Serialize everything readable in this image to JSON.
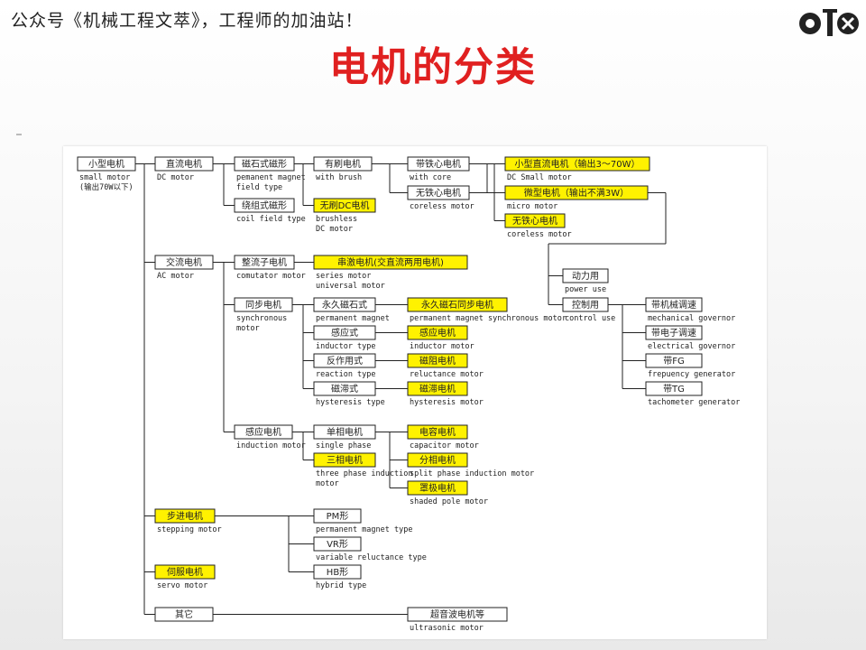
{
  "header": {
    "wechat_label": "公众号《机械工程文萃》，工程师的加油站！",
    "title": "电机的分类"
  },
  "colors": {
    "highlight": "#fff200",
    "plain": "#ffffff",
    "title": "#e02020",
    "line": "#222222"
  },
  "logo": {
    "icon": "otx-logo-icon"
  },
  "diagram": {
    "nodes": [
      {
        "id": "small",
        "label": "小型电机",
        "sub": [
          "small motor",
          "(输出70W以下)"
        ],
        "hl": false
      },
      {
        "id": "dc",
        "label": "直流电机",
        "sub": [
          "DC motor"
        ],
        "hl": false
      },
      {
        "id": "pm_field",
        "label": "磁石式磁形",
        "sub": [
          "pemanent magnet",
          "field type"
        ],
        "hl": false
      },
      {
        "id": "coil_field",
        "label": "绕组式磁形",
        "sub": [
          "coil field type"
        ],
        "hl": false
      },
      {
        "id": "brush",
        "label": "有刷电机",
        "sub": [
          "with brush"
        ],
        "hl": false
      },
      {
        "id": "brushless",
        "label": "无刷DC电机",
        "sub": [
          "brushless",
          "DC motor"
        ],
        "hl": true
      },
      {
        "id": "iron_core",
        "label": "带铁心电机",
        "sub": [
          "with core"
        ],
        "hl": false
      },
      {
        "id": "coreless",
        "label": "无铁心电机",
        "sub": [
          "coreless motor"
        ],
        "hl": false
      },
      {
        "id": "small_dc",
        "label": "小型直流电机（输出3～70W）",
        "sub": [
          "DC Small motor"
        ],
        "hl": true
      },
      {
        "id": "micro",
        "label": "微型电机（输出不满3W）",
        "sub": [
          "micro motor"
        ],
        "hl": true
      },
      {
        "id": "coreless2",
        "label": "无铁心电机",
        "sub": [
          "coreless motor"
        ],
        "hl": true
      },
      {
        "id": "power",
        "label": "动力用",
        "sub": [
          "power use"
        ],
        "hl": false
      },
      {
        "id": "control",
        "label": "控制用",
        "sub": [
          "control use"
        ],
        "hl": false
      },
      {
        "id": "gov",
        "label": "带机械调速",
        "sub": [
          "mechanical governor"
        ],
        "hl": false
      },
      {
        "id": "egov",
        "label": "带电子调速",
        "sub": [
          "electrical governor"
        ],
        "hl": false
      },
      {
        "id": "fg",
        "label": "带FG",
        "sub": [
          "frepuency generator"
        ],
        "hl": false
      },
      {
        "id": "tg",
        "label": "带TG",
        "sub": [
          "tachometer generator"
        ],
        "hl": false
      },
      {
        "id": "ac",
        "label": "交流电机",
        "sub": [
          "AC motor"
        ],
        "hl": false
      },
      {
        "id": "commutator",
        "label": "整流子电机",
        "sub": [
          "comutator motor"
        ],
        "hl": false
      },
      {
        "id": "series",
        "label": "串激电机(交直流两用电机)",
        "sub": [
          "series motor",
          "universal motor"
        ],
        "hl": true
      },
      {
        "id": "sync",
        "label": "同步电机",
        "sub": [
          "synchronous",
          "motor"
        ],
        "hl": false
      },
      {
        "id": "pm",
        "label": "永久磁石式",
        "sub": [
          "permanent magnet"
        ],
        "hl": false
      },
      {
        "id": "pm_sync",
        "label": "永久磁石同步电机",
        "sub": [
          "permanent magnet synchronous motor"
        ],
        "hl": true
      },
      {
        "id": "inductor",
        "label": "感应式",
        "sub": [
          "inductor type"
        ],
        "hl": false
      },
      {
        "id": "inductor_m",
        "label": "感应电机",
        "sub": [
          "inductor motor"
        ],
        "hl": true
      },
      {
        "id": "reaction",
        "label": "反作用式",
        "sub": [
          "reaction type"
        ],
        "hl": false
      },
      {
        "id": "reluctance",
        "label": "磁阻电机",
        "sub": [
          "reluctance motor"
        ],
        "hl": true
      },
      {
        "id": "hysteresis",
        "label": "磁滞式",
        "sub": [
          "hysteresis type"
        ],
        "hl": false
      },
      {
        "id": "hyst_m",
        "label": "磁滞电机",
        "sub": [
          "hysteresis motor"
        ],
        "hl": true
      },
      {
        "id": "induction",
        "label": "感应电机",
        "sub": [
          "induction motor"
        ],
        "hl": false
      },
      {
        "id": "single",
        "label": "单相电机",
        "sub": [
          "single phase"
        ],
        "hl": false
      },
      {
        "id": "three",
        "label": "三相电机",
        "sub": [
          "three phase induction",
          "motor"
        ],
        "hl": true
      },
      {
        "id": "capacitor",
        "label": "电容电机",
        "sub": [
          "capacitor motor"
        ],
        "hl": true
      },
      {
        "id": "split",
        "label": "分相电机",
        "sub": [
          "split phase induction motor"
        ],
        "hl": true
      },
      {
        "id": "shaded",
        "label": "罩极电机",
        "sub": [
          "shaded pole motor"
        ],
        "hl": true
      },
      {
        "id": "stepping",
        "label": "步进电机",
        "sub": [
          "stepping motor"
        ],
        "hl": true
      },
      {
        "id": "pm_type",
        "label": "PM形",
        "sub": [
          "permanent magnet type"
        ],
        "hl": false
      },
      {
        "id": "vr_type",
        "label": "VR形",
        "sub": [
          "variable reluctance type"
        ],
        "hl": false
      },
      {
        "id": "hb_type",
        "label": "HB形",
        "sub": [
          "hybrid type"
        ],
        "hl": false
      },
      {
        "id": "servo",
        "label": "伺服电机",
        "sub": [
          "servo motor"
        ],
        "hl": true
      },
      {
        "id": "other",
        "label": "其它",
        "sub": [],
        "hl": false
      },
      {
        "id": "ultrasonic",
        "label": "超音波电机等",
        "sub": [
          "ultrasonic motor"
        ],
        "hl": false
      }
    ]
  }
}
